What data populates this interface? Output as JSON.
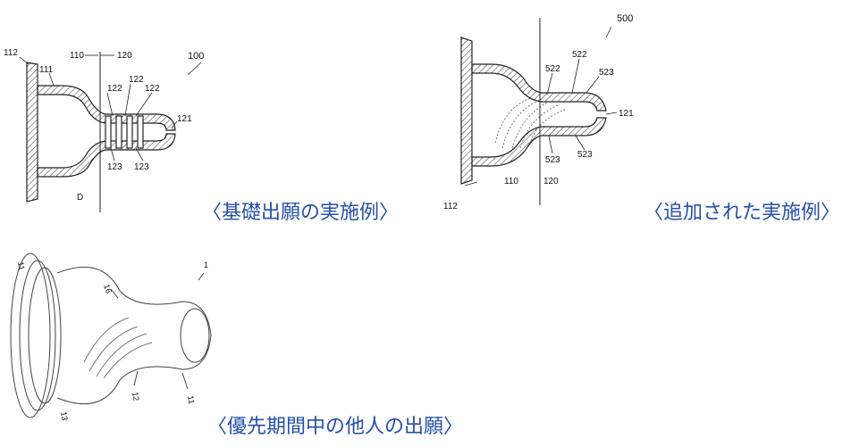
{
  "captions": {
    "base": "〈基礎出願の実施例〉",
    "added": "〈追加された実施例〉",
    "other": "〈優先期間中の他人の出願〉"
  },
  "figure_base": {
    "ref": "100",
    "flange": "112",
    "wall": "111",
    "arrow_left": "110",
    "arrow_right": "120",
    "rib_a": "122",
    "rib_b": "122",
    "rib_c": "122",
    "tip": "121",
    "groove_a": "123",
    "groove_b": "123",
    "cavity": "D"
  },
  "figure_added": {
    "ref": "500",
    "rib_a": "522",
    "rib_b": "522",
    "rib_top": "523",
    "tip": "121",
    "rib_low_a": "523",
    "rib_low_b": "523",
    "arrow_left": "110",
    "arrow_right": "120",
    "flange": "112"
  },
  "figure_other": {
    "label_a": "11",
    "label_b": "16",
    "label_c": "1",
    "label_d": "11",
    "label_e": "12",
    "label_f": "13"
  },
  "colors": {
    "caption": "#2450a8",
    "line": "#222222"
  }
}
